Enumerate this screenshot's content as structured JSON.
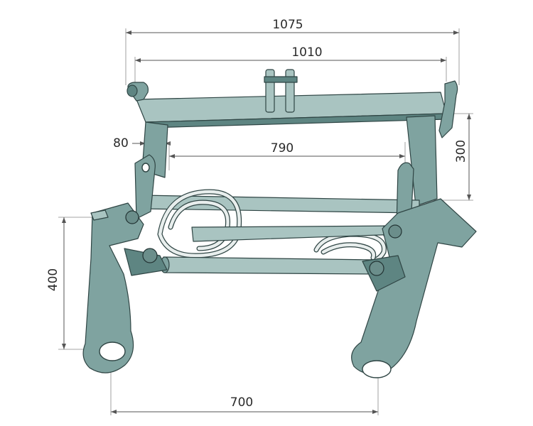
{
  "dimensions": {
    "overall_width": "1075",
    "pin_width": "1010",
    "inner_width": "790",
    "offset": "80",
    "frame_height": "300",
    "arm_height": "400",
    "arm_spacing": "700"
  },
  "colors": {
    "metal": "#7fa3a0",
    "metal_light": "#a9c4c1",
    "outline": "#2f4544"
  }
}
